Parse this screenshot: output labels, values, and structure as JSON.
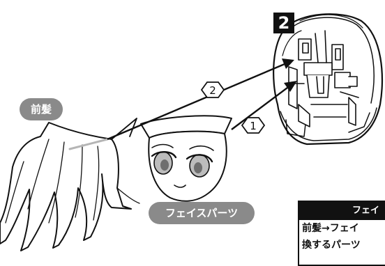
{
  "step": {
    "number": "2"
  },
  "callouts": [
    {
      "id": "1",
      "label": "1"
    },
    {
      "id": "2",
      "label": "2"
    }
  ],
  "labels": {
    "front_bangs": "前髪",
    "face_parts": "フェイスパーツ"
  },
  "info_panel": {
    "header": "フェイ",
    "lines": [
      "前髪→フェイ",
      "換するパーツ"
    ]
  },
  "colors": {
    "ink": "#111111",
    "label_pill": "#8a8a8a",
    "eye": "#bcbcbc"
  }
}
